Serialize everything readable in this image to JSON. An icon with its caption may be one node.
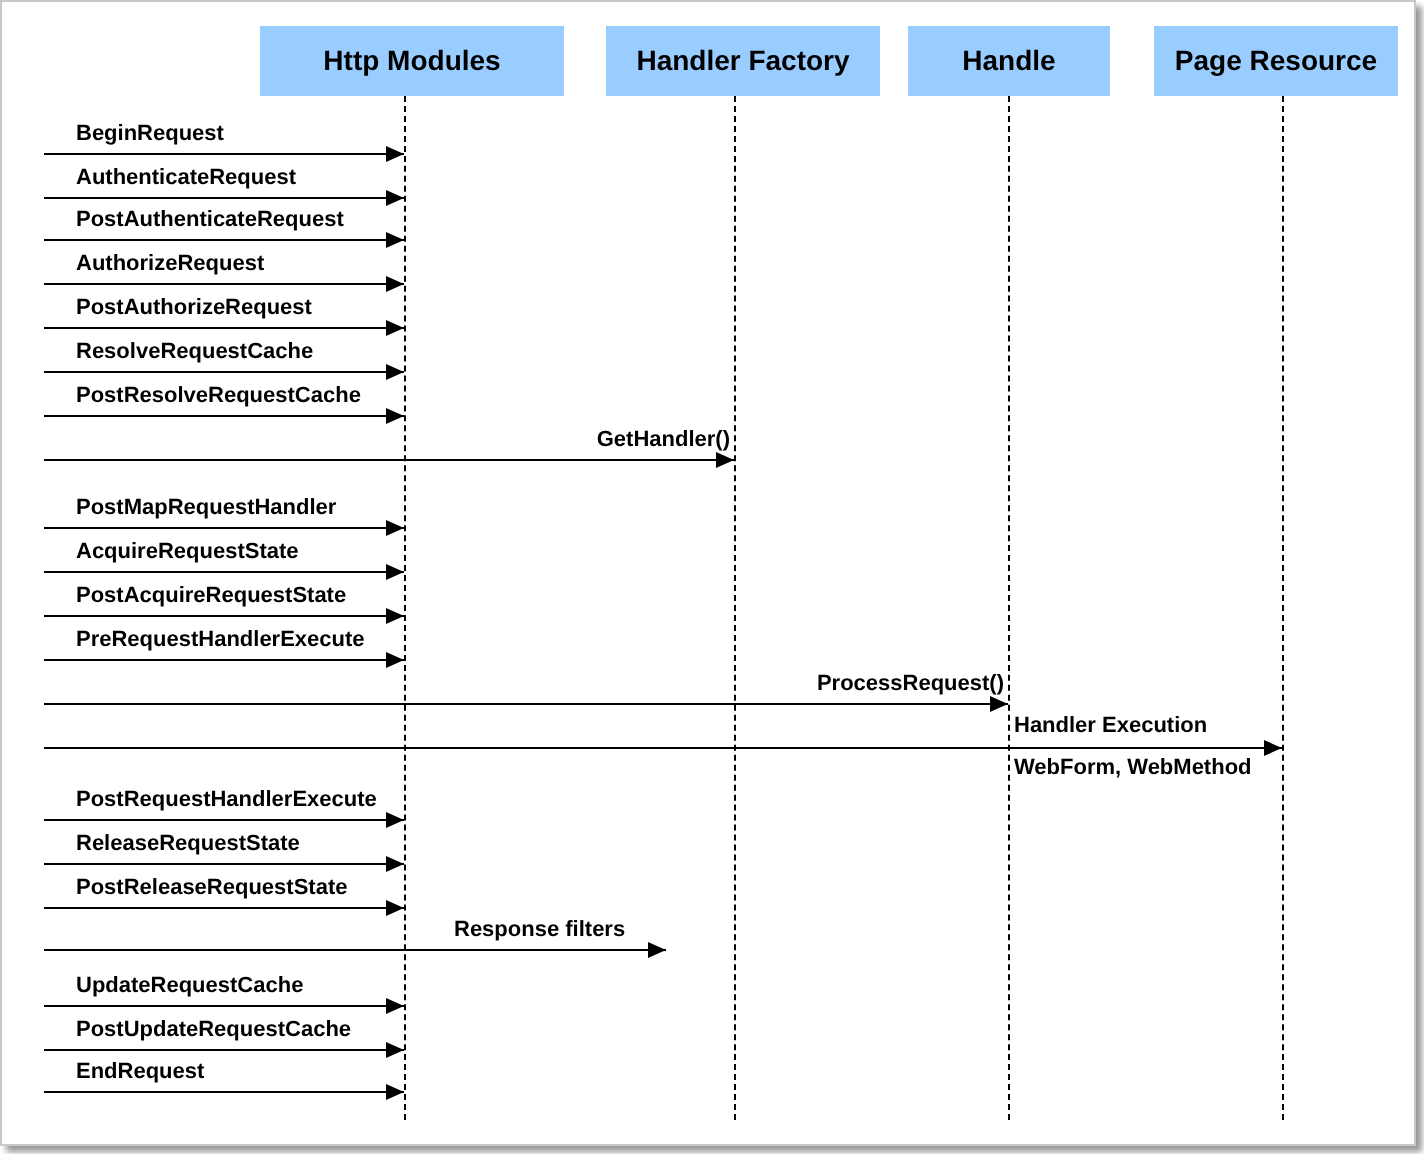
{
  "diagram": {
    "nodes": [
      {
        "text": [
          "Http Modules"
        ]
      },
      {
        "text": [
          "Handler Factory"
        ]
      },
      {
        "text": [
          "Handle"
        ]
      },
      {
        "text": [
          "Page Resource"
        ]
      },
      {
        "text": [],
        "shape": "line"
      },
      {
        "text": [],
        "shape": "line"
      },
      {
        "text": [],
        "shape": "line"
      },
      {
        "text": [],
        "shape": "line"
      }
    ],
    "edges": [
      {
        "from": null,
        "to": 4,
        "arrow": "to",
        "label": "BeginRequest"
      },
      {
        "from": null,
        "to": 4,
        "arrow": "to",
        "label": "AuthenticateRequest"
      },
      {
        "from": null,
        "to": 4,
        "arrow": "to",
        "label": "PostAuthenticateRequest"
      },
      {
        "from": null,
        "to": 4,
        "arrow": "to",
        "label": "AuthorizeRequest"
      },
      {
        "from": null,
        "to": 4,
        "arrow": "to",
        "label": "PostAuthorizeRequest"
      },
      {
        "from": null,
        "to": 4,
        "arrow": "to",
        "label": "ResolveRequestCache"
      },
      {
        "from": null,
        "to": 4,
        "arrow": "to",
        "label": "PostResolveRequestCache"
      },
      {
        "from": null,
        "to": 5,
        "arrow": "to",
        "label": "GetHandler()"
      },
      {
        "from": null,
        "to": 4,
        "arrow": "to",
        "label": "PostMapRequestHandler"
      },
      {
        "from": null,
        "to": 4,
        "arrow": "to",
        "label": "AcquireRequestState"
      },
      {
        "from": null,
        "to": 4,
        "arrow": "to",
        "label": "PostAcquireRequestState"
      },
      {
        "from": null,
        "to": 4,
        "arrow": "to",
        "label": "PreRequestHandlerExecute"
      },
      {
        "from": null,
        "to": 6,
        "arrow": "to",
        "label": "ProcessRequest()"
      },
      {
        "from": null,
        "to": 7,
        "arrow": "to",
        "label": "Handler Execution"
      },
      {
        "from": null,
        "to": 4,
        "arrow": "to",
        "label": "PostRequestHandlerExecute"
      },
      {
        "from": null,
        "to": 4,
        "arrow": "to",
        "label": "ReleaseRequestState"
      },
      {
        "from": null,
        "to": 4,
        "arrow": "to",
        "label": "PostReleaseRequestState"
      },
      {
        "from": null,
        "to": 4,
        "arrow": "to",
        "label": "UpdateRequestCache"
      },
      {
        "from": null,
        "to": 4,
        "arrow": "to",
        "label": "PostUpdateRequestCache"
      },
      {
        "from": null,
        "to": 4,
        "arrow": "to",
        "label": "EndRequest"
      }
    ],
    "labels": [
      "WebForm, WebMethod",
      "Response filters"
    ]
  }
}
